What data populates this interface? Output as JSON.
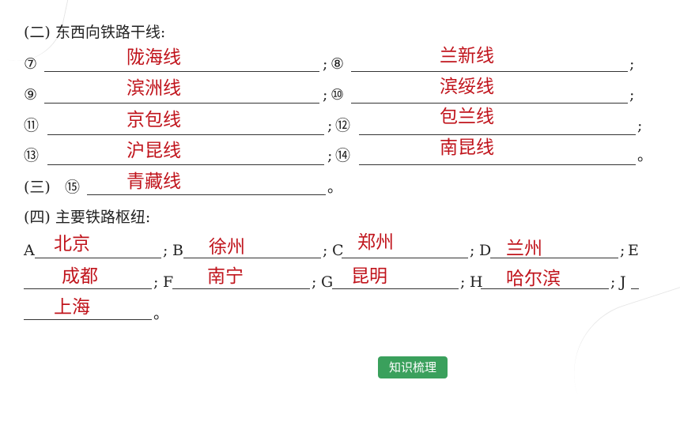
{
  "section2": {
    "heading": "(二) 东西向铁路干线:",
    "rows": [
      {
        "left_num": "⑦",
        "left_ans": "陇海线",
        "sep": ";",
        "right_num": "⑧",
        "right_ans": "兰新线",
        "end": ";"
      },
      {
        "left_num": "⑨",
        "left_ans": "滨洲线",
        "sep": ";",
        "right_num": "⑩",
        "right_ans": "滨绥线",
        "end": ";"
      },
      {
        "left_num": "⑪",
        "left_ans": "京包线",
        "sep": ";",
        "right_num": "⑫",
        "right_ans": "包兰线",
        "end": ";"
      },
      {
        "left_num": "⑬",
        "left_ans": "沪昆线",
        "sep": ";",
        "right_num": "⑭",
        "right_ans": "南昆线",
        "end": "。"
      }
    ]
  },
  "section3": {
    "label": "(三)",
    "num": "⑮",
    "ans": "青藏线",
    "end": "。"
  },
  "section4": {
    "heading": "(四) 主要铁路枢纽:",
    "hubs": [
      {
        "letter": "A",
        "ans": "北京",
        "sep": ";"
      },
      {
        "letter": "B",
        "ans": "徐州",
        "sep": ";"
      },
      {
        "letter": "C",
        "ans": "郑州",
        "sep": ";"
      },
      {
        "letter": "D",
        "ans": "兰州",
        "sep": ";"
      },
      {
        "letter": "E",
        "ans": "成都",
        "sep": ";"
      },
      {
        "letter": "F",
        "ans": "南宁",
        "sep": ";"
      },
      {
        "letter": "G",
        "ans": "昆明",
        "sep": ";"
      },
      {
        "letter": "H",
        "ans": "哈尔滨",
        "sep": ";"
      },
      {
        "letter": "J",
        "ans": "上海",
        "sep": "。"
      }
    ]
  },
  "footer": {
    "button_label": "知识梳理"
  },
  "colors": {
    "answer": "#c0141c",
    "button": "#3aa05c"
  }
}
